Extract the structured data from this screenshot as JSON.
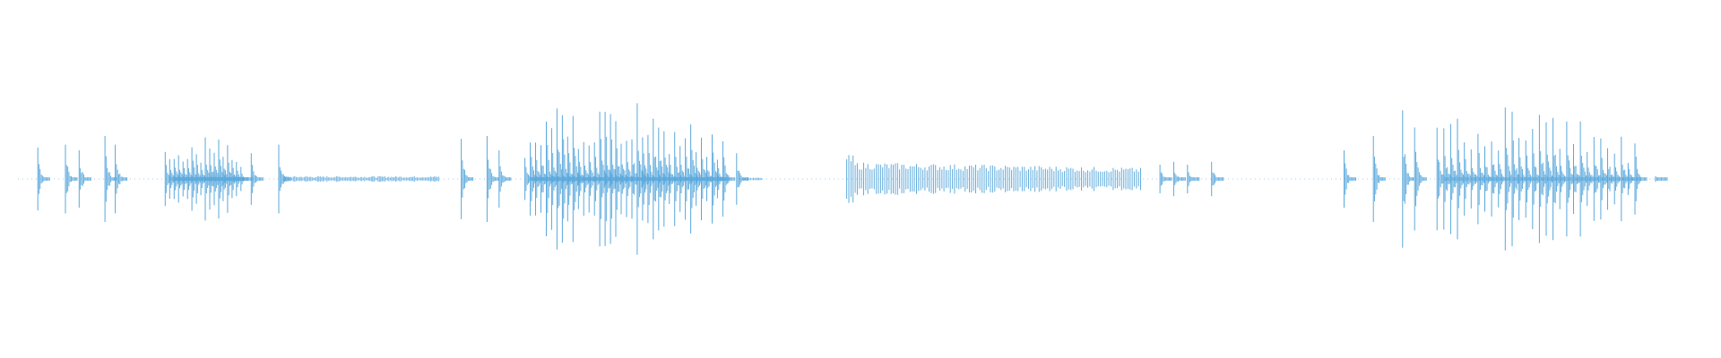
{
  "waveform": {
    "color": "#5aa8dc",
    "background": "#ffffff",
    "segments": [
      {
        "type": "transient",
        "t": 0.022,
        "amp": 0.22
      },
      {
        "type": "transient",
        "t": 0.038,
        "amp": 0.24
      },
      {
        "type": "transient",
        "t": 0.046,
        "amp": 0.2
      },
      {
        "type": "transient",
        "t": 0.061,
        "amp": 0.3
      },
      {
        "type": "transient",
        "t": 0.067,
        "amp": 0.24
      },
      {
        "type": "train",
        "t0": 0.096,
        "t1": 0.14,
        "amp": 0.32,
        "count": 18
      },
      {
        "type": "transient",
        "t": 0.146,
        "amp": 0.18
      },
      {
        "type": "transient",
        "t": 0.162,
        "amp": 0.24
      },
      {
        "type": "hum",
        "t0": 0.165,
        "t1": 0.255,
        "amp": 0.02
      },
      {
        "type": "transient",
        "t": 0.268,
        "amp": 0.28
      },
      {
        "type": "transient",
        "t": 0.283,
        "amp": 0.3
      },
      {
        "type": "transient",
        "t": 0.29,
        "amp": 0.2
      },
      {
        "type": "train",
        "t0": 0.305,
        "t1": 0.42,
        "amp": 0.58,
        "count": 38
      },
      {
        "type": "transient",
        "t": 0.428,
        "amp": 0.18
      },
      {
        "type": "hum",
        "t0": 0.43,
        "t1": 0.443,
        "amp": 0.01
      },
      {
        "type": "buzz",
        "t0": 0.492,
        "t1": 0.664,
        "amp": 0.12,
        "count": 140
      },
      {
        "type": "transient",
        "t": 0.674,
        "amp": 0.1
      },
      {
        "type": "transient",
        "t": 0.682,
        "amp": 0.12
      },
      {
        "type": "transient",
        "t": 0.69,
        "amp": 0.1
      },
      {
        "type": "transient",
        "t": 0.704,
        "amp": 0.12
      },
      {
        "type": "transient",
        "t": 0.781,
        "amp": 0.2
      },
      {
        "type": "transient",
        "t": 0.798,
        "amp": 0.3
      },
      {
        "type": "transient",
        "t": 0.815,
        "amp": 0.48
      },
      {
        "type": "transient",
        "t": 0.822,
        "amp": 0.36
      },
      {
        "type": "train",
        "t0": 0.835,
        "t1": 0.95,
        "amp": 0.52,
        "count": 30
      },
      {
        "type": "transient",
        "t": 0.962,
        "amp": 0.02
      }
    ]
  }
}
